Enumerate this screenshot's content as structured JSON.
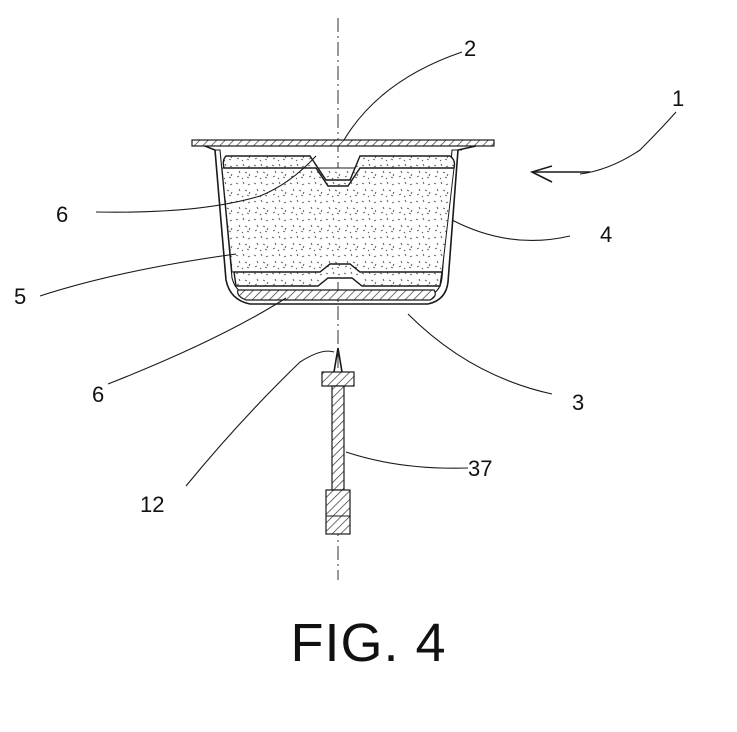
{
  "figure": {
    "caption": "FIG. 4",
    "reference_numerals": {
      "capsule": "1",
      "lid": "2",
      "bottom": "3",
      "side_wall": "4",
      "content": "5",
      "filter_upper": "6",
      "filter_lower": "6",
      "needle": "12",
      "injector": "37"
    }
  }
}
